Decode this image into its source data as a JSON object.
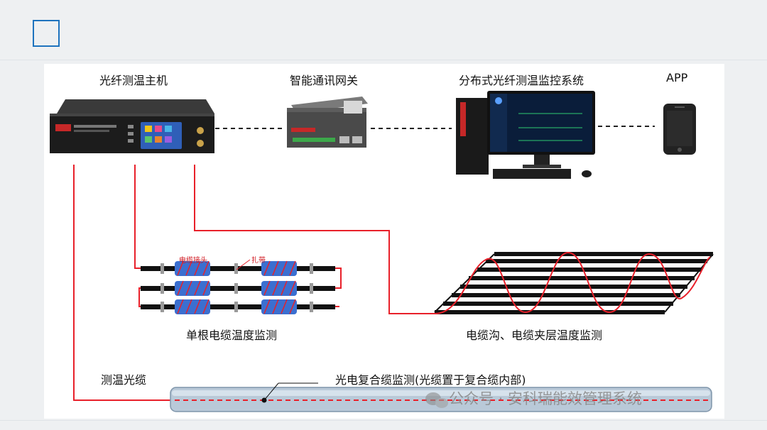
{
  "nodes": {
    "host": "光纤测温主机",
    "gateway": "智能通讯网关",
    "system": "分布式光纤测温监控系统",
    "app": "APP"
  },
  "scenarios": {
    "single_cable": "单根电缆温度监测",
    "trench": "电缆沟、电缆夹层温度监测",
    "composite": "光电复合缆监测(光缆置于复合缆内部)"
  },
  "annotations": {
    "cable_joint": "电缆接头",
    "tie": "扎带",
    "sensing_fiber": "测温光缆"
  },
  "watermark": "公众号 · 安科瑞能效管理系统",
  "colors": {
    "fiber_red": "#e8202a",
    "corner_box": "#1e73be",
    "joint_blue": "#3b6fd0"
  }
}
